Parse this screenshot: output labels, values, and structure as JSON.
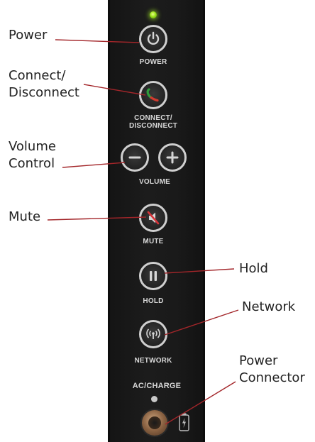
{
  "panel": {
    "power_label": "POWER",
    "connect_label_line1": "CONNECT/",
    "connect_label_line2": "DISCONNECT",
    "volume_label": "VOLUME",
    "mute_label": "MUTE",
    "hold_label": "HOLD",
    "network_label": "NETWORK",
    "ac_charge_label": "AC/CHARGE"
  },
  "callouts": {
    "power": "Power",
    "connect_line1": "Connect/",
    "connect_line2": "Disconnect",
    "volume_line1": "Volume",
    "volume_line2": "Control",
    "mute": "Mute",
    "hold": "Hold",
    "network": "Network",
    "power_connector_line1": "Power",
    "power_connector_line2": "Connector"
  },
  "icons": {
    "power": "power-icon",
    "connect": "phone-handset-icon",
    "volume_down": "minus-icon",
    "volume_up": "plus-icon",
    "mute": "speaker-muted-icon",
    "hold": "pause-icon",
    "network": "wireless-signal-icon",
    "battery": "battery-charging-icon"
  },
  "colors": {
    "panel": "#1a1a1a",
    "led": "#9be31a",
    "leader_line": "#a3262a",
    "handset_green": "#2e9e3a",
    "handset_red": "#d23a2e",
    "mute_slash": "#d8343a",
    "connector_brass": "#8a6242"
  }
}
